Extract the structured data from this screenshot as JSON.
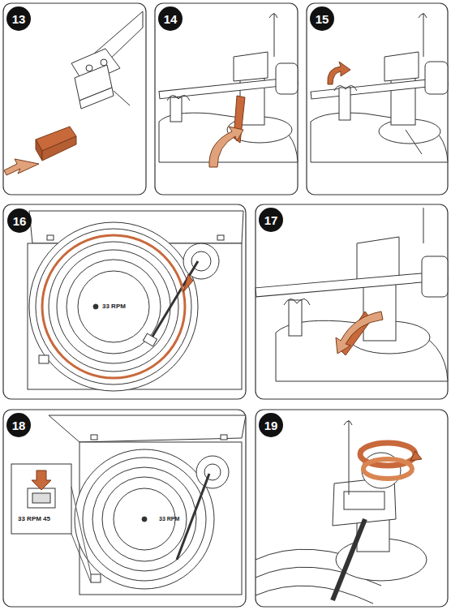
{
  "diagram": {
    "nodes": [
      {
        "text": [
          "13"
        ]
      },
      {
        "text": [
          "14"
        ]
      },
      {
        "text": [
          "15"
        ]
      },
      {
        "text": [
          "16"
        ]
      },
      {
        "text": [
          "17"
        ]
      },
      {
        "text": [
          "18"
        ]
      },
      {
        "text": [
          "19"
        ]
      }
    ],
    "labels": [
      "33 RPM",
      "33 RPM 45",
      "33 RPM"
    ]
  }
}
